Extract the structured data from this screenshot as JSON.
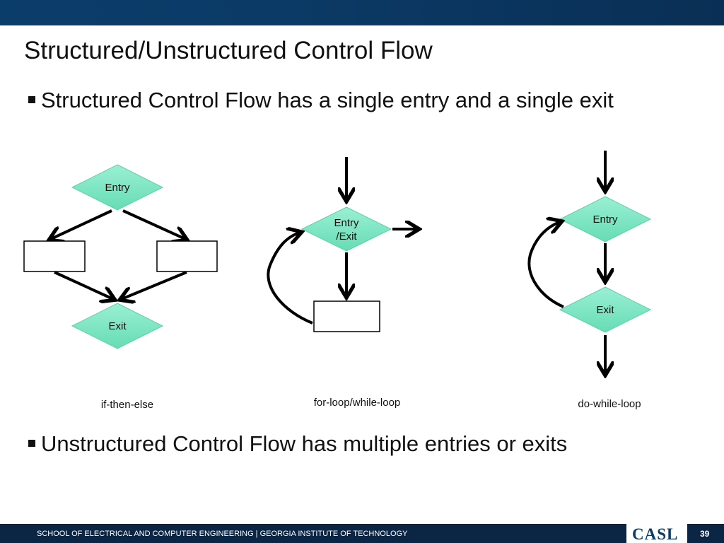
{
  "slide": {
    "title": "Structured/Unstructured Control Flow",
    "bullets": [
      "Structured Control Flow has a single entry and a single exit",
      "Unstructured Control Flow has multiple entries or exits"
    ]
  },
  "diagrams": {
    "if_then_else": {
      "entry_label": "Entry",
      "exit_label": "Exit",
      "caption": "if-then-else"
    },
    "for_while_loop": {
      "entry_exit_label_line1": "Entry",
      "entry_exit_label_line2": "/Exit",
      "caption": "for-loop/while-loop"
    },
    "do_while_loop": {
      "entry_label": "Entry",
      "exit_label": "Exit",
      "caption": "do-while-loop"
    }
  },
  "footer": {
    "text": "SCHOOL OF ELECTRICAL AND COMPUTER ENGINEERING | GEORGIA INSTITUTE OF TECHNOLOGY",
    "logo": "CASL",
    "page_number": "39"
  },
  "colors": {
    "header_bar": "#0b3d6b",
    "footer_bar": "#0b2545",
    "diamond_fill": "#7de8c4",
    "diamond_stroke": "#5ccfa8"
  }
}
